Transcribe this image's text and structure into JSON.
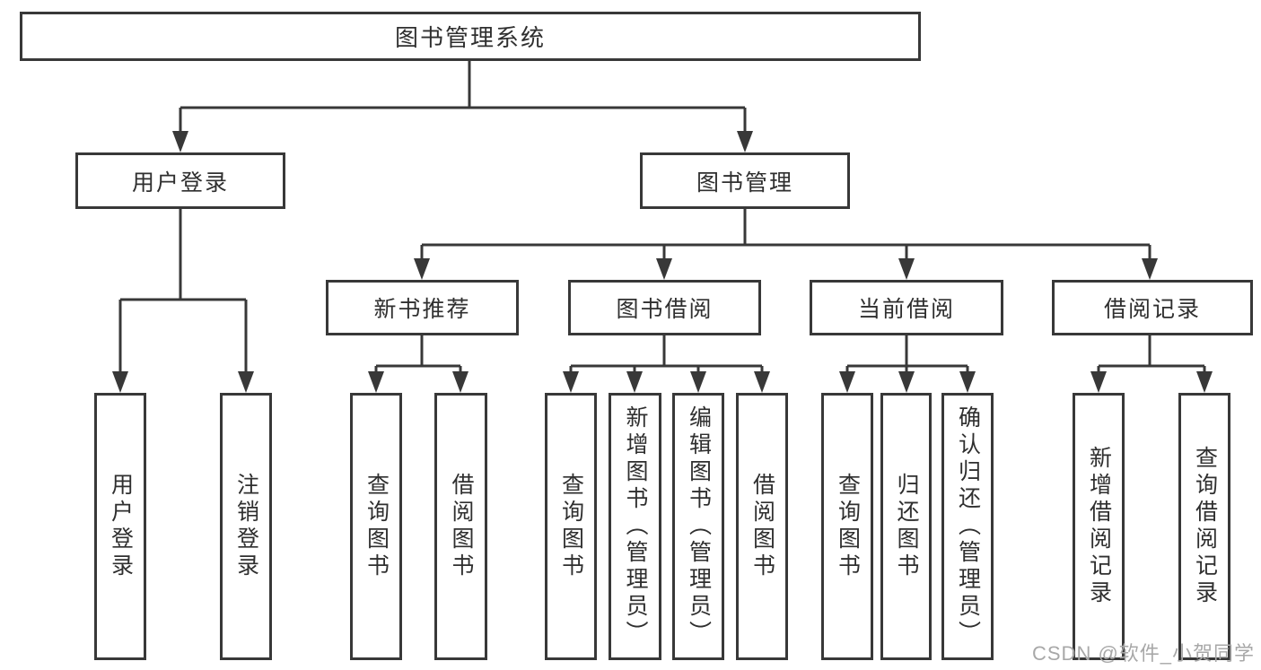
{
  "diagram_type": "hierarchy-tree",
  "colors": {
    "line": "#383838",
    "box_border": "#383838",
    "text": "#2f2f2f",
    "watermark": "#a8a8a8",
    "background": "#ffffff"
  },
  "tree": {
    "label": "图书管理系统",
    "children": [
      {
        "label": "用户登录",
        "children": [
          {
            "label": "用户登录"
          },
          {
            "label": "注销登录"
          }
        ]
      },
      {
        "label": "图书管理",
        "children": [
          {
            "label": "新书推荐",
            "children": [
              {
                "label": "查询图书"
              },
              {
                "label": "借阅图书"
              }
            ]
          },
          {
            "label": "图书借阅",
            "children": [
              {
                "label": "查询图书"
              },
              {
                "label": "新增图书（管理员）"
              },
              {
                "label": "编辑图书（管理员）"
              },
              {
                "label": "借阅图书"
              }
            ]
          },
          {
            "label": "当前借阅",
            "children": [
              {
                "label": "查询图书"
              },
              {
                "label": "归还图书"
              },
              {
                "label": "确认归还（管理员）"
              }
            ]
          },
          {
            "label": "借阅记录",
            "children": [
              {
                "label": "新增借阅记录"
              },
              {
                "label": "查询借阅记录"
              }
            ]
          }
        ]
      }
    ]
  },
  "watermark": "CSDN @软件_小贺同学"
}
